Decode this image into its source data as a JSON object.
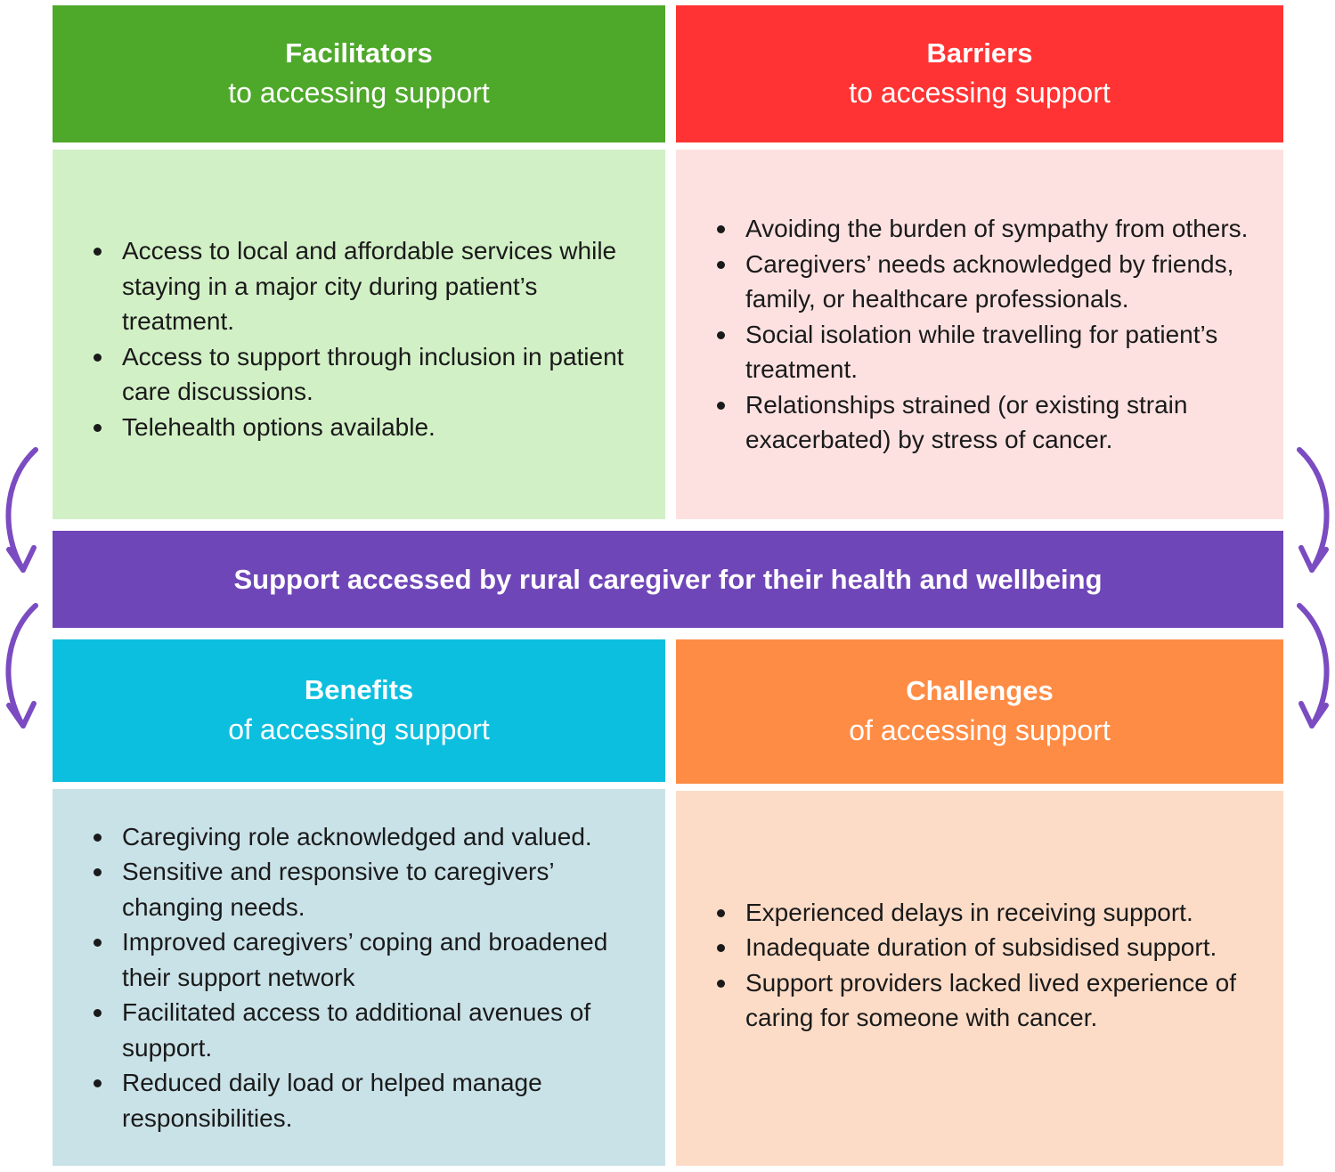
{
  "colors": {
    "facilitators_head": "#4ea82a",
    "facilitators_body": "#d2f0c6",
    "barriers_head": "#ff3333",
    "barriers_body": "#fde1e1",
    "center_bar": "#6f46b8",
    "benefits_head": "#0dbfde",
    "benefits_body": "#c9e2e8",
    "challenges_head": "#ff8c45",
    "challenges_body": "#fcdcc7",
    "arrows": "#7a4bc1"
  },
  "facilitators": {
    "title": "Facilitators",
    "subtitle": "to accessing support",
    "items": [
      "Access to local and affordable services while staying in a major city during patient’s treatment.",
      "Access to support through inclusion in patient care discussions.",
      "Telehealth options available."
    ]
  },
  "barriers": {
    "title": "Barriers",
    "subtitle": "to accessing support",
    "items": [
      "Avoiding the burden of sympathy from others.",
      "Caregivers’ needs acknowledged by friends, family, or healthcare professionals.",
      "Social isolation while travelling for patient’s treatment.",
      "Relationships strained (or existing strain exacerbated) by stress of cancer."
    ]
  },
  "center": {
    "label": "Support accessed by rural caregiver for their health and wellbeing"
  },
  "benefits": {
    "title": "Benefits",
    "subtitle": "of accessing support",
    "items": [
      "Caregiving role acknowledged and valued.",
      "Sensitive and responsive to caregivers’ changing needs.",
      "Improved caregivers’ coping and broadened their support network",
      "Facilitated access to additional avenues of support.",
      "Reduced daily load or helped manage responsibilities."
    ]
  },
  "challenges": {
    "title": "Challenges",
    "subtitle": "of accessing support",
    "items": [
      "Experienced delays in receiving support.",
      "Inadequate duration of subsidised support.",
      "Support providers lacked lived experience of caring for someone with cancer."
    ]
  },
  "icons": {
    "left_top_arrow": "curved-arrow-down-icon",
    "left_bottom_arrow": "curved-arrow-down-icon",
    "right_top_arrow": "curved-arrow-down-icon",
    "right_bottom_arrow": "curved-arrow-down-icon"
  }
}
